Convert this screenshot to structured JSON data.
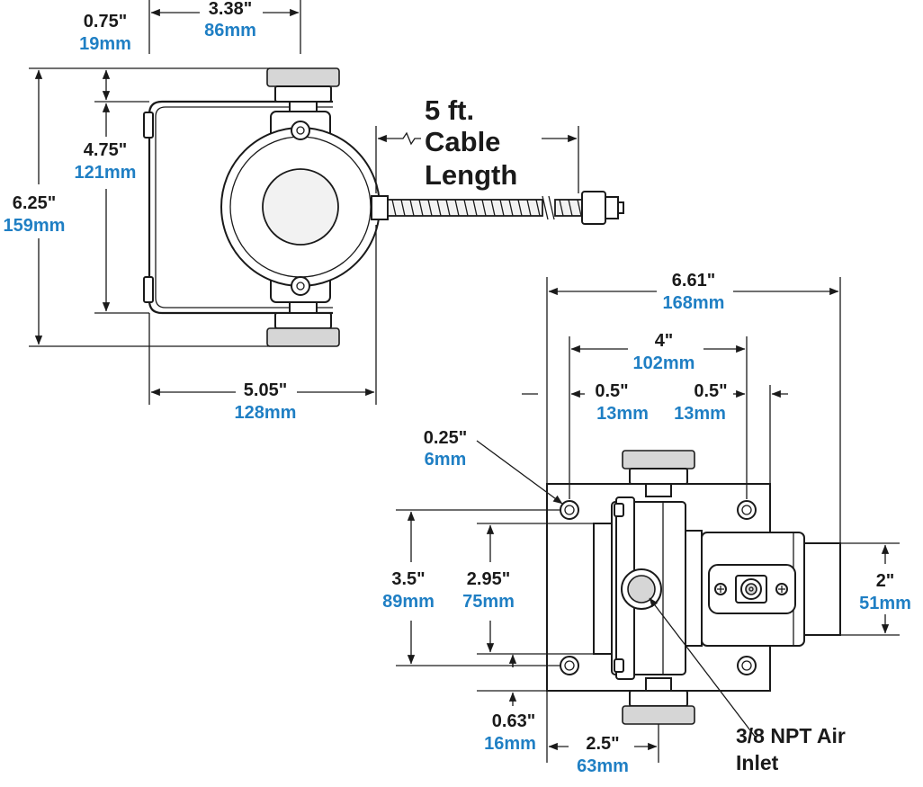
{
  "diagram": {
    "top_view": {
      "dim_width_top": {
        "inch": "3.38\"",
        "mm": "86mm"
      },
      "dim_offset_top": {
        "inch": "0.75\"",
        "mm": "19mm"
      },
      "dim_inner_height": {
        "inch": "4.75\"",
        "mm": "121mm"
      },
      "dim_total_height": {
        "inch": "6.25\"",
        "mm": "159mm"
      },
      "dim_total_width": {
        "inch": "5.05\"",
        "mm": "128mm"
      },
      "cable_label": [
        "5 ft.",
        "Cable",
        "Length"
      ]
    },
    "front_view": {
      "dim_total_width": {
        "inch": "6.61\"",
        "mm": "168mm"
      },
      "dim_hole_spacing": {
        "inch": "4\"",
        "mm": "102mm"
      },
      "dim_left_margin": {
        "inch": "0.5\"",
        "mm": "13mm"
      },
      "dim_right_margin": {
        "inch": "0.5\"",
        "mm": "13mm"
      },
      "dim_hole_dia": {
        "inch": "0.25\"",
        "mm": "6mm"
      },
      "dim_hole_vertical": {
        "inch": "3.5\"",
        "mm": "89mm"
      },
      "dim_body_height": {
        "inch": "2.95\"",
        "mm": "75mm"
      },
      "dim_outlet": {
        "inch": "2\"",
        "mm": "51mm"
      },
      "dim_bottom_offset": {
        "inch": "0.63\"",
        "mm": "16mm"
      },
      "dim_bottom_width": {
        "inch": "2.5\"",
        "mm": "63mm"
      },
      "air_inlet_label": [
        "3/8 NPT Air",
        "Inlet"
      ]
    }
  }
}
